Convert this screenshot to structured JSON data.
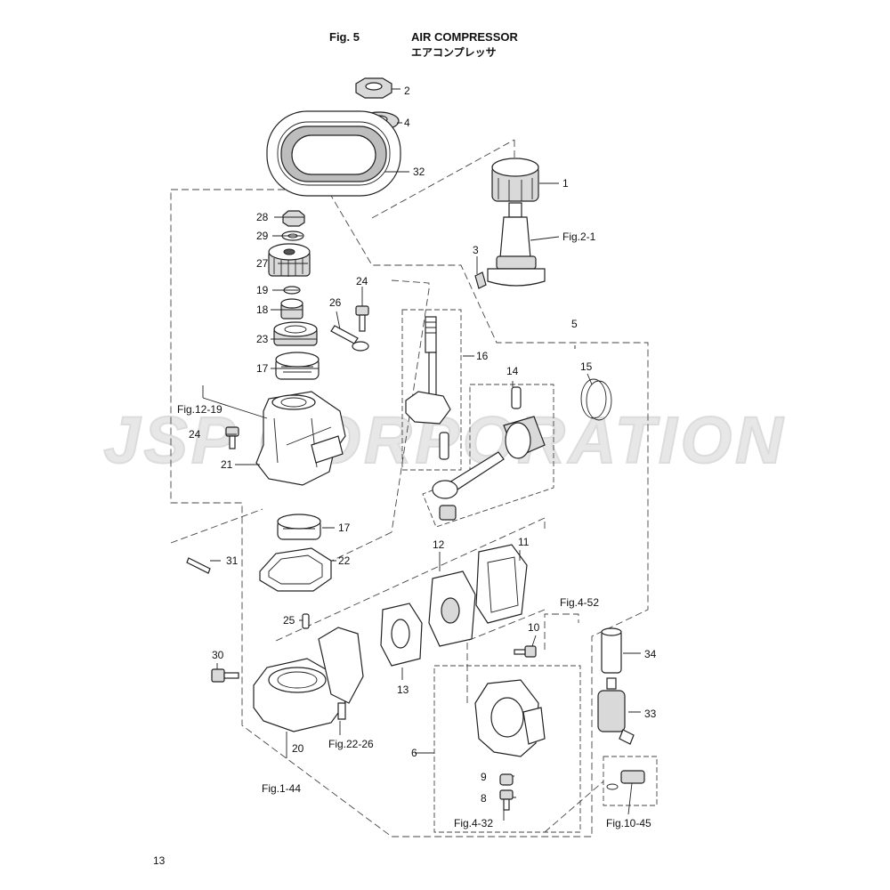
{
  "header": {
    "figure": "Fig. 5",
    "title": "AIR COMPRESSOR",
    "subtitle": "エアコンプレッサ"
  },
  "watermark": "JSP CORPORATION",
  "page_number": "13",
  "callouts": {
    "p1": "1",
    "p2": "2",
    "p3": "3",
    "p4": "4",
    "p5": "5",
    "p6": "6",
    "p8": "8",
    "p9": "9",
    "p10": "10",
    "p11": "11",
    "p12": "12",
    "p13": "13",
    "p14": "14",
    "p15": "15",
    "p16": "16",
    "p17a": "17",
    "p17b": "17",
    "p18": "18",
    "p19": "19",
    "p20": "20",
    "p21": "21",
    "p22": "22",
    "p23": "23",
    "p24a": "24",
    "p24b": "24",
    "p25": "25",
    "p26": "26",
    "p27": "27",
    "p28": "28",
    "p29": "29",
    "p30": "30",
    "p31": "31",
    "p32": "32",
    "p33": "33",
    "p34": "34"
  },
  "references": {
    "r_fig2_1": "Fig.2-1",
    "r_fig12_19": "Fig.12-19",
    "r_fig4_52": "Fig.4-52",
    "r_fig22_26": "Fig.22-26",
    "r_fig1_44": "Fig.1-44",
    "r_fig4_32": "Fig.4-32",
    "r_fig10_45": "Fig.10-45"
  }
}
